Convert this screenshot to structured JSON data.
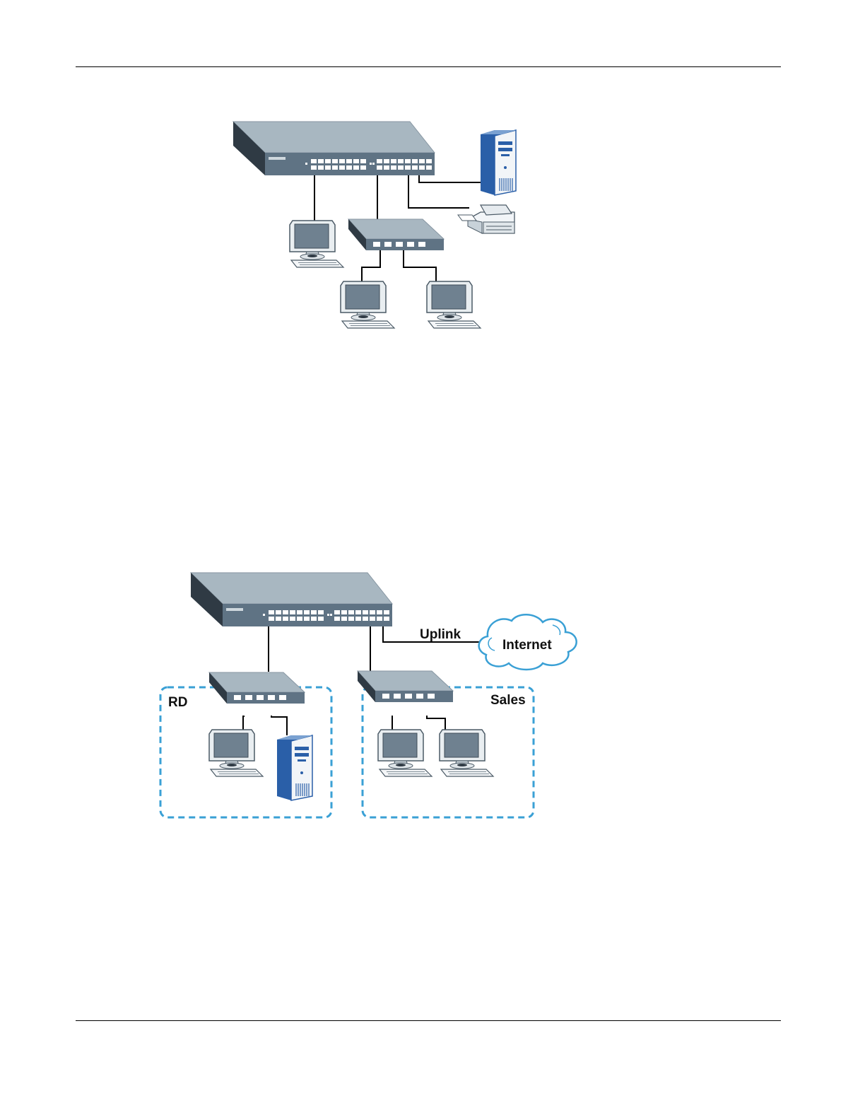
{
  "colors": {
    "switch_top": "#a8b7c1",
    "switch_front": "#5f7384",
    "switch_side": "#2f3a44",
    "port": "#ffffff",
    "cable": "#000000",
    "monitor_screen": "#6f8190",
    "server_blue": "#2a5fa8",
    "group_border": "#3aa0d5",
    "cloud_border": "#3aa0d5"
  },
  "figure2": {
    "labels": {
      "uplink": "Uplink",
      "internet": "Internet",
      "group_rd": "RD",
      "group_sales": "Sales"
    }
  }
}
